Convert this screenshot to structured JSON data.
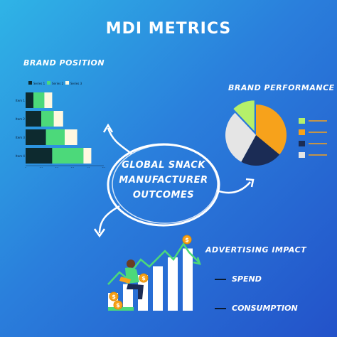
{
  "title": "MDI METRICS",
  "center_text": [
    "GLOBAL SNACK",
    "MANUFACTURER",
    "OUTCOMES"
  ],
  "sections": {
    "brand_position": "BRAND POSITION",
    "brand_performance": "BRAND PERFORMANCE",
    "advertising_impact": "ADVERTISING IMPACT"
  },
  "advertising_legend": {
    "spend": "SPEND",
    "consumption": "CONSUMPTION"
  },
  "colors": {
    "background_start": "#2fb4e6",
    "background_end": "#2352c9",
    "dark_navy": "#0d2a2f",
    "green": "#4cd97a",
    "cream": "#fff8e0",
    "lime": "#b5f06a",
    "orange": "#f7a21b",
    "navy": "#1b2c55",
    "light_gray": "#e5e5e5"
  },
  "chart_data": [
    {
      "type": "bar",
      "orientation": "horizontal",
      "stacked": true,
      "categories": [
        "Item 1",
        "Item 2",
        "Item 3",
        "Item 4"
      ],
      "series": [
        {
          "name": "Series 1",
          "values": [
            5,
            10,
            13,
            17
          ]
        },
        {
          "name": "Series 2",
          "values": [
            7,
            8,
            12,
            20
          ]
        },
        {
          "name": "Series 3",
          "values": [
            5,
            6,
            8,
            5
          ]
        }
      ],
      "x_ticks": [
        "0",
        "10",
        "20",
        "30",
        "40",
        "50"
      ],
      "xlim": [
        0,
        50
      ],
      "legend": "top"
    },
    {
      "type": "pie",
      "values": [
        12,
        36,
        22,
        30
      ],
      "colors": [
        "#b5f06a",
        "#f7a21b",
        "#1b2c55",
        "#e5e5e5"
      ],
      "exploded": [
        true,
        false,
        false,
        false
      ]
    },
    {
      "type": "bar",
      "values": [
        2,
        3,
        4,
        5,
        6,
        7
      ],
      "ylim": [
        0,
        8
      ]
    }
  ]
}
